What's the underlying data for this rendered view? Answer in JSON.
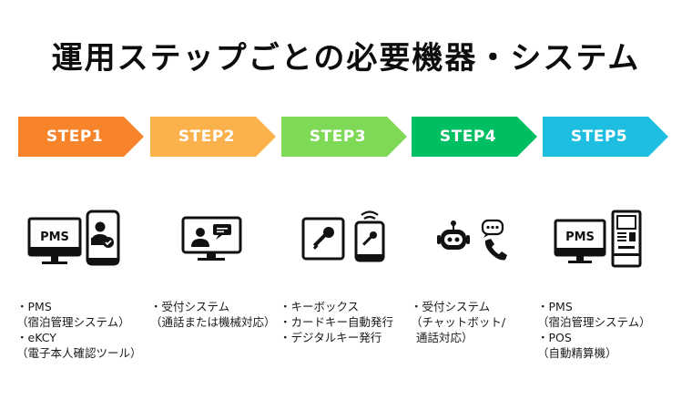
{
  "title": "運用ステップごとの必要機器・システム",
  "steps": [
    {
      "label": "STEP1",
      "color": "#f7842b"
    },
    {
      "label": "STEP2",
      "color": "#fbb24d"
    },
    {
      "label": "STEP3",
      "color": "#7ed957"
    },
    {
      "label": "STEP4",
      "color": "#00bf63"
    },
    {
      "label": "STEP5",
      "color": "#1ebee0"
    }
  ],
  "icons": {
    "pms_text_1": "PMS",
    "pms_text_5": "PMS"
  },
  "descriptions": {
    "step1": [
      "・PMS",
      "（宿泊管理システム）",
      "・eKCY",
      "（電子本人確認ツール）"
    ],
    "step2": [
      "・受付システム",
      "（通話または機械対応）"
    ],
    "step3": [
      "・キーボックス",
      "・カードキー自動発行",
      "・デジタルキー発行"
    ],
    "step4": [
      "・受付システム",
      "（チャットボット/",
      "通話対応）"
    ],
    "step5": [
      "・PMS",
      "（宿泊管理システム）",
      "・POS",
      "（自動精算機）"
    ]
  }
}
